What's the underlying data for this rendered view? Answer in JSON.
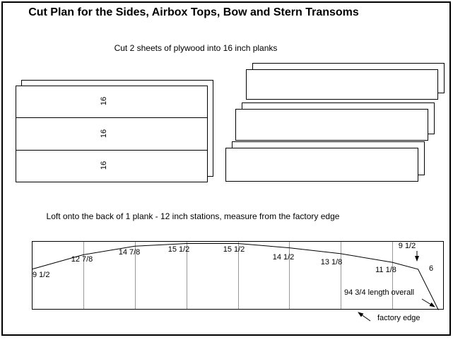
{
  "page": {
    "title": "Cut Plan for the Sides, Airbox Tops, Bow and Stern Transoms",
    "subtitle": "Cut 2 sheets of plywood into 16 inch planks",
    "loft_instruction": "Loft onto the back of 1 plank - 12 inch stations, measure from the factory edge"
  },
  "planks": {
    "left_sheet": {
      "plank_width_label": "16",
      "plank_count": 3
    },
    "right_planks": {
      "count": 3
    }
  },
  "chart_data": {
    "type": "line",
    "title": "Side panel loft (measured from factory edge)",
    "x_unit": "inches along plank, 12 inch stations",
    "y_unit": "inches from factory edge",
    "plank_length_in": 96,
    "plank_width_in": 16,
    "stations_in": [
      0,
      12,
      24,
      36,
      48,
      60,
      72,
      84,
      90
    ],
    "values_in": [
      9.5,
      12.875,
      14.875,
      15.5,
      15.5,
      14.5,
      13.125,
      11.125,
      9.5
    ],
    "labels": [
      "9 1/2",
      "12 7/8",
      "14 7/8",
      "15 1/2",
      "15 1/2",
      "14 1/2",
      "13 1/8",
      "11 1/8",
      "9 1/2"
    ],
    "end_label": "6",
    "length_overall_in": 94.75,
    "length_overall_label": "94 3/4 length overall",
    "factory_edge_label": "factory edge"
  },
  "colors": {
    "ink": "#000000",
    "station_line": "#999999"
  }
}
